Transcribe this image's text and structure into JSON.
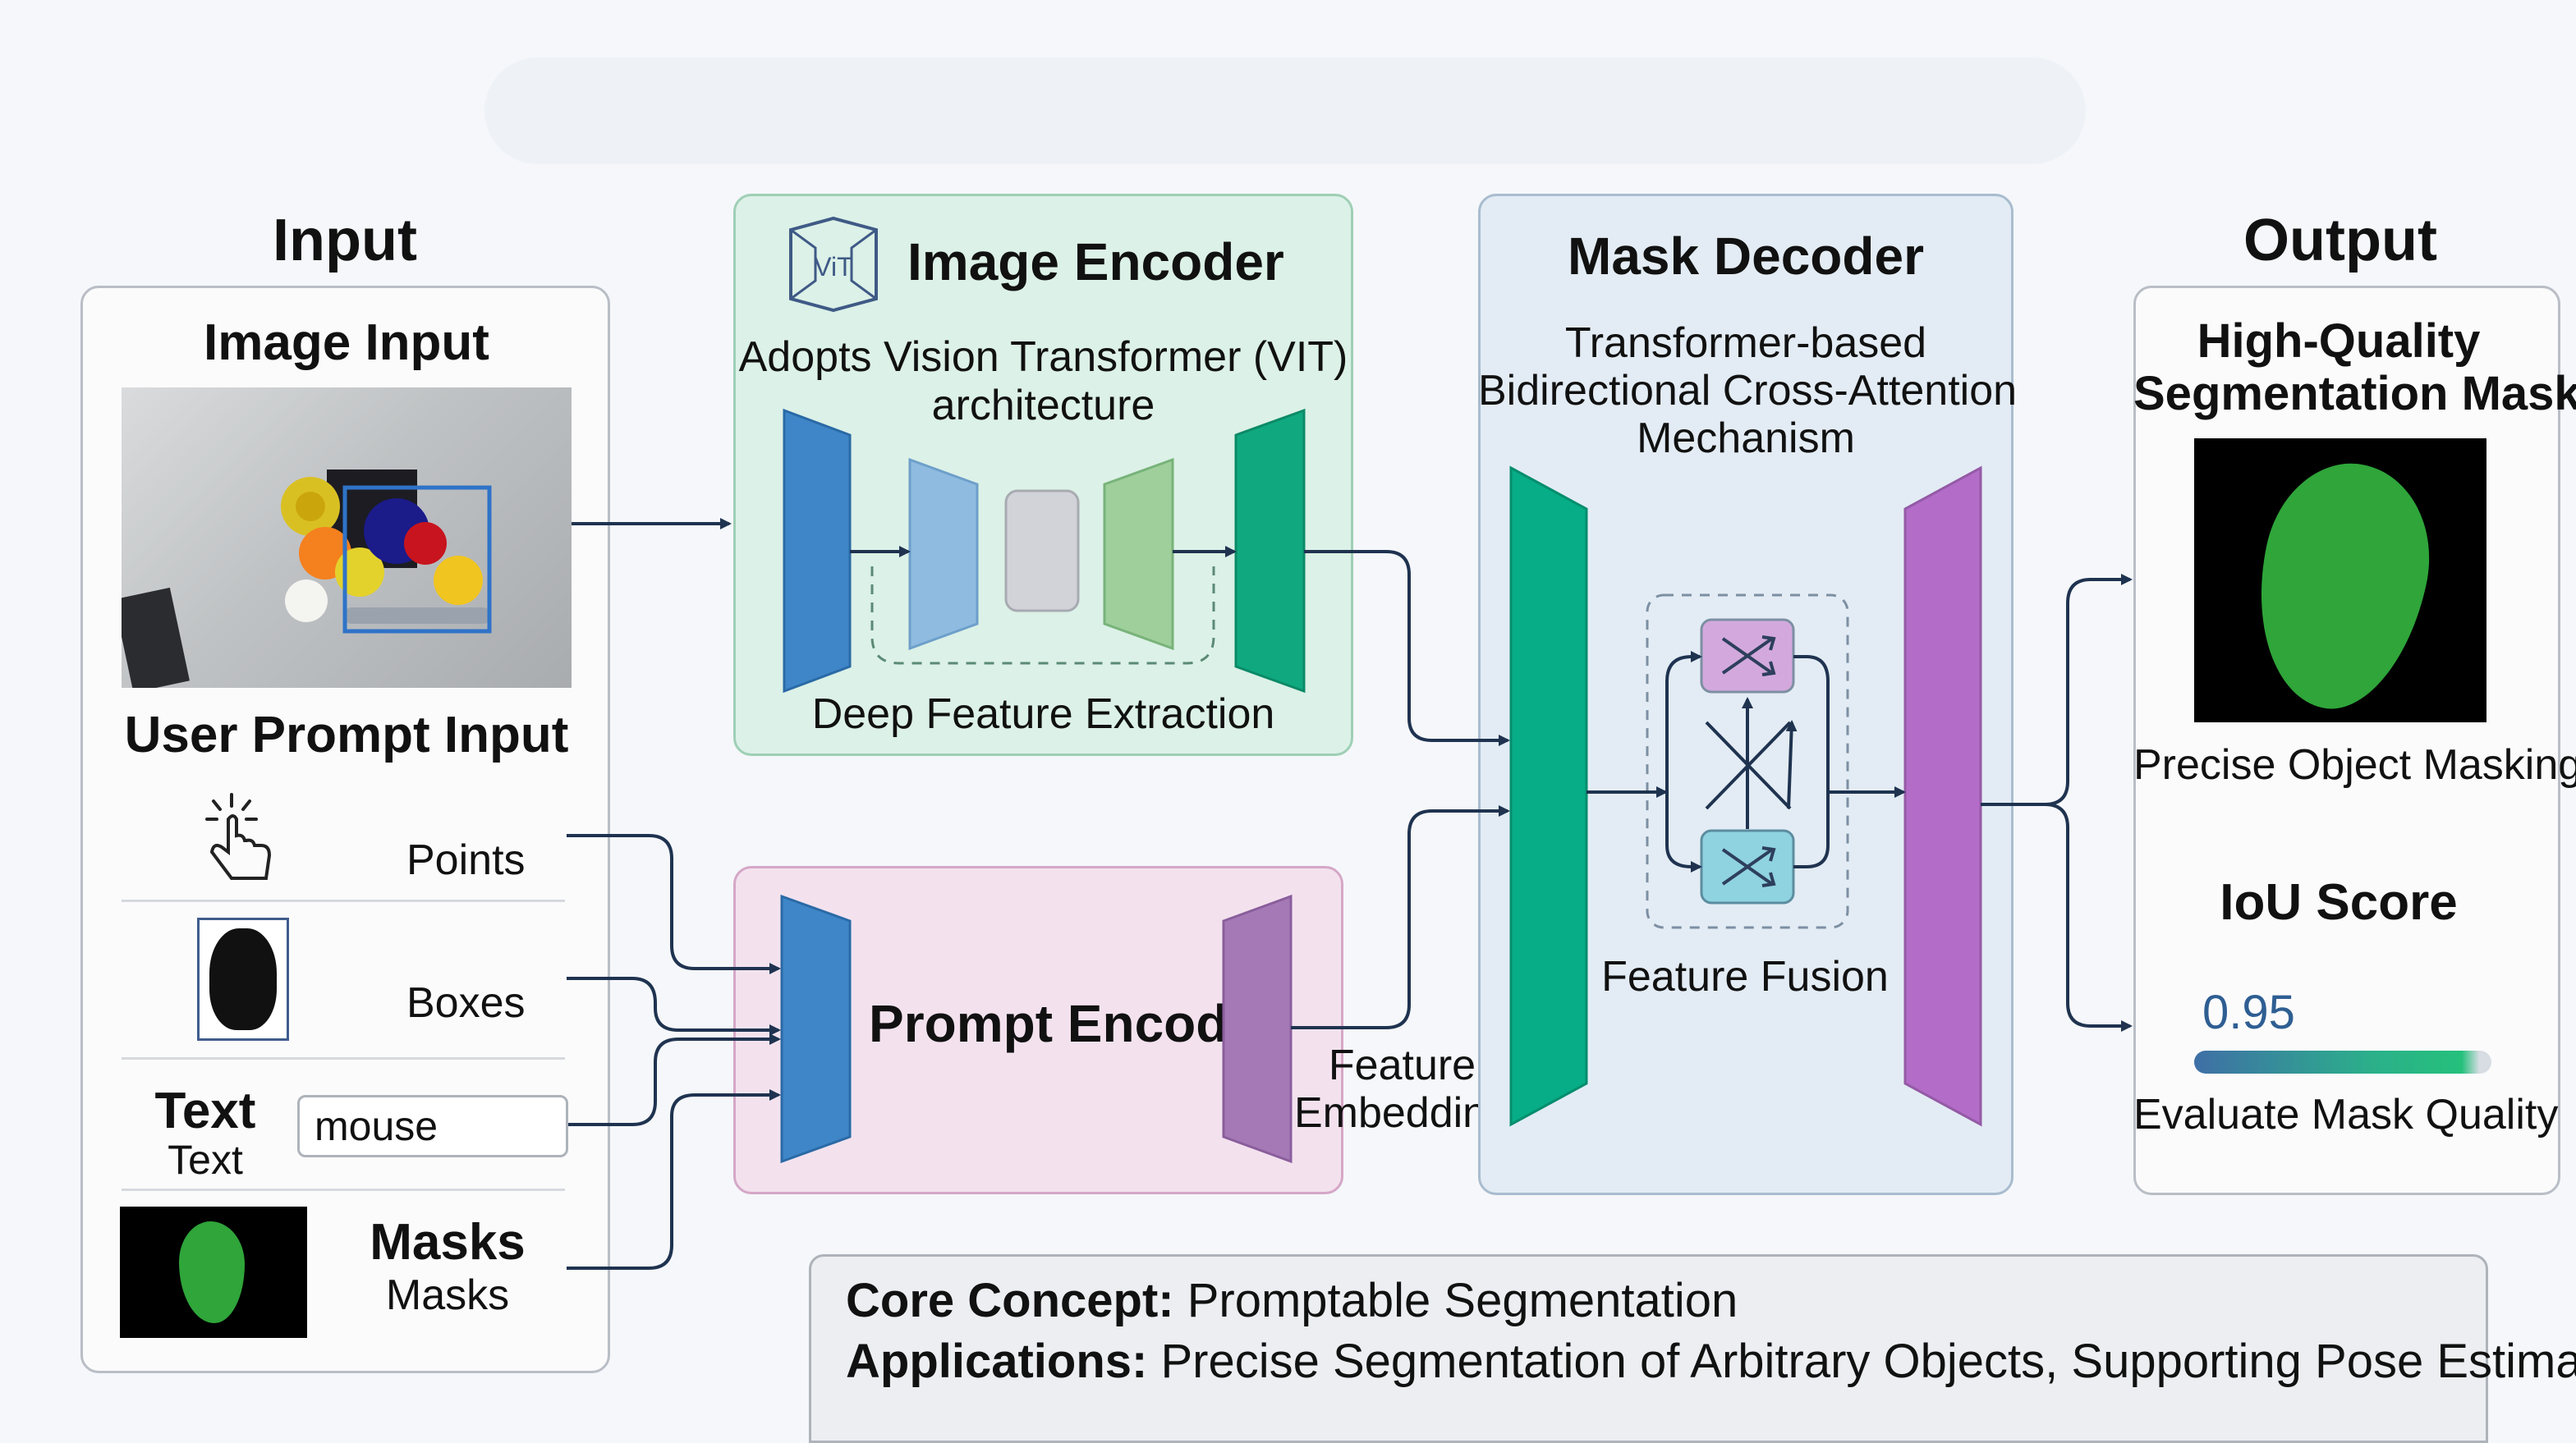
{
  "input": {
    "title": "Input",
    "image_input": "Image Input",
    "user_prompt_input": "User Prompt Input",
    "points": "Points",
    "boxes": "Boxes",
    "text_label_bold": "Text",
    "text_label": "Text",
    "text_value": "mouse",
    "masks_bold": "Masks",
    "masks": "Masks"
  },
  "image_encoder": {
    "title": "Image Encoder",
    "logo": "ViT",
    "desc_line1": "Adopts Vision Transformer (VIT)",
    "desc_line2": "architecture",
    "caption": "Deep Feature Extraction"
  },
  "prompt_encoder": {
    "title": "Prompt Encoder",
    "feature_line1": "Feature",
    "feature_line2": "Embedding"
  },
  "mask_decoder": {
    "title": "Mask Decoder",
    "desc_line1": "Transformer-based",
    "desc_line2": "Bidirectional Cross-Attention",
    "desc_line3": "Mechanism",
    "fusion": "Feature Fusion"
  },
  "output": {
    "title": "Output",
    "hq_line1": "High-Quality",
    "hq_line2": "Segmentation Masks",
    "precise": "Precise Object Masking",
    "iou_title": "IoU Score",
    "iou_value": "0.95",
    "iou_fraction": 0.95,
    "evaluate": "Evaluate Mask Quality"
  },
  "footer": {
    "core_label": "Core Concept:",
    "core_value": " Promptable Segmentation",
    "app_label": "Applications:",
    "app_value": " Precise Segmentation of Arbitrary Objects, Supporting Pose Estimation"
  },
  "colors": {
    "encoder_bg": "#dcf1e7",
    "prompt_bg": "#f3e2ee",
    "decoder_bg": "#e3ecf4",
    "arrow": "#1f3350",
    "blue_block": "#3f86c8",
    "green_block": "#0fae86",
    "purple_block": "#b56fc9"
  }
}
